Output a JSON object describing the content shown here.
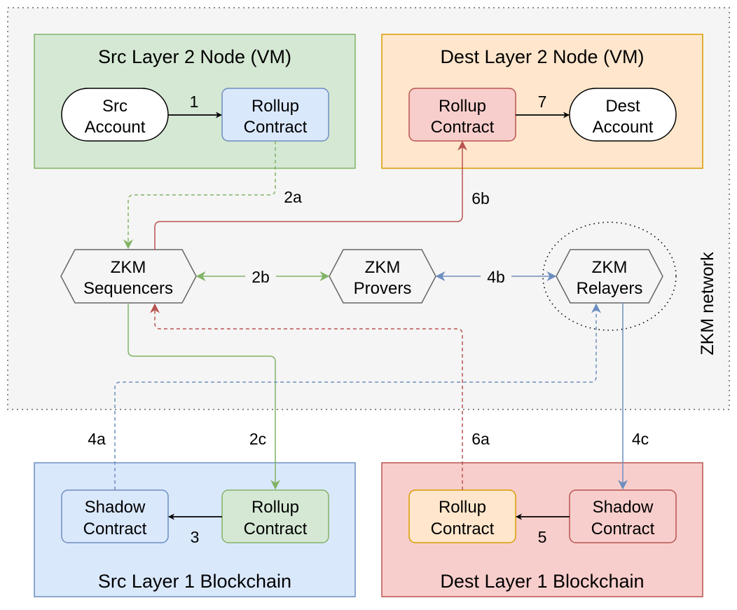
{
  "colors": {
    "network_bg": "#f5f5f5",
    "network_border": "#666666",
    "green_fill": "#d5e8d4",
    "green_stroke": "#82b366",
    "orange_fill": "#ffe6cc",
    "orange_stroke": "#d79b00",
    "blue_fill": "#dae8fc",
    "blue_stroke": "#6c8ebf",
    "red_fill": "#f8cecc",
    "red_stroke": "#b85450",
    "yellow_fill": "#fff2cc",
    "hex_fill": "#f5f5f5",
    "hex_stroke": "#666666"
  },
  "network": {
    "label": "ZKM network"
  },
  "src_l2": {
    "title": "Src Layer 2 Node (VM)",
    "account": {
      "line1": "Src",
      "line2": "Account"
    },
    "rollup": {
      "line1": "Rollup",
      "line2": "Contract"
    }
  },
  "dest_l2": {
    "title": "Dest Layer 2 Node (VM)",
    "rollup": {
      "line1": "Rollup",
      "line2": "Contract"
    },
    "account": {
      "line1": "Dest",
      "line2": "Account"
    }
  },
  "zkm": {
    "sequencers": {
      "line1": "ZKM",
      "line2": "Sequencers"
    },
    "provers": {
      "line1": "ZKM",
      "line2": "Provers"
    },
    "relayers": {
      "line1": "ZKM",
      "line2": "Relayers"
    }
  },
  "src_l1": {
    "title": "Src Layer 1 Blockchain",
    "shadow": {
      "line1": "Shadow",
      "line2": "Contract"
    },
    "rollup": {
      "line1": "Rollup",
      "line2": "Contract"
    }
  },
  "dest_l1": {
    "title": "Dest Layer 1 Blockchain",
    "rollup": {
      "line1": "Rollup",
      "line2": "Contract"
    },
    "shadow": {
      "line1": "Shadow",
      "line2": "Contract"
    }
  },
  "steps": {
    "s1": "1",
    "s2a": "2a",
    "s2b": "2b",
    "s2c": "2c",
    "s3": "3",
    "s4a": "4a",
    "s4b": "4b",
    "s4c": "4c",
    "s5": "5",
    "s6a": "6a",
    "s6b": "6b",
    "s7": "7"
  }
}
